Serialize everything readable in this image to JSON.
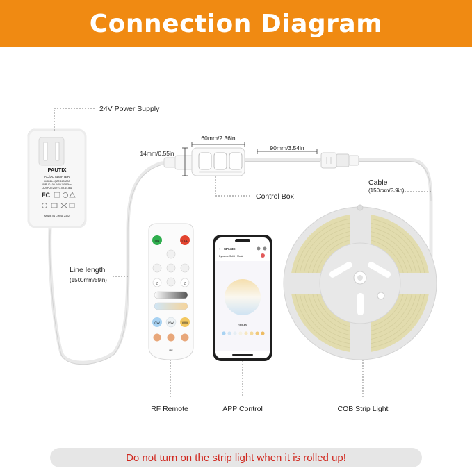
{
  "title": "Connection Diagram",
  "labels": {
    "power_supply": "24V Power Supply",
    "dim_width": "60mm/2.36in",
    "dim_height": "14mm/0.55in",
    "dim_cable": "90mm/3.54in",
    "control_box": "Control Box",
    "cable": "Cable",
    "cable_length": "(150mm/5.9in)",
    "line_length": "Line length",
    "line_length_value": "(1500mm/59in)",
    "rf_remote": "RF Remote",
    "app_control": "APP Control",
    "strip_light": "COB Strip Light"
  },
  "adapter": {
    "brand": "PAUTIX",
    "line1": "AC/DC ADAPTER",
    "line2": "MODEL: QZT-2403000",
    "line3": "INPUT:100-240V 50/60Hz",
    "line4": "OUTPUT:24V⎓3.0A 64.8W",
    "fc": "FC",
    "made_in": "MADE IN CHINA 2302"
  },
  "remote": {
    "on": "ON",
    "off": "OFF",
    "cw": "CW",
    "nw": "NW",
    "ww": "WW",
    "footer": "RF"
  },
  "phone": {
    "device_name": "SP643E",
    "tabs": [
      "Dynamic",
      "Solid",
      "Music"
    ],
    "mode_label": "Regular"
  },
  "warning": "Do not turn on the strip light when it is rolled up!",
  "colors": {
    "banner": "#f08a12",
    "warning_text": "#d0271e",
    "phone_accent": "#6a4de8",
    "cob_strip": "#e2dcae"
  }
}
